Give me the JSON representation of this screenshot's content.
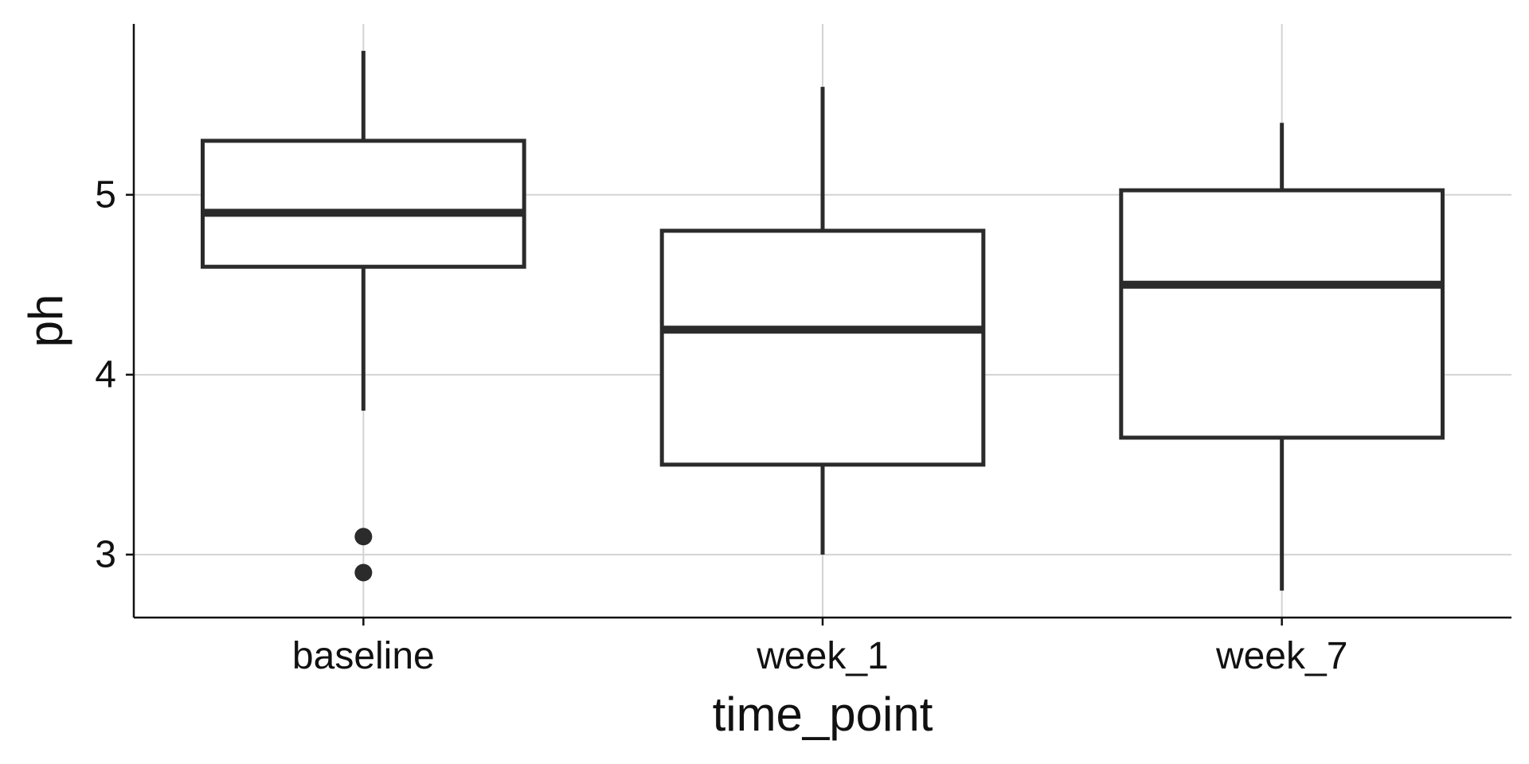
{
  "chart_data": {
    "type": "box",
    "xlabel": "time_point",
    "ylabel": "ph",
    "categories": [
      "baseline",
      "week_1",
      "week_7"
    ],
    "ylim": [
      2.65,
      5.95
    ],
    "yticks": [
      3,
      4,
      5
    ],
    "grid": true,
    "colors": {
      "box": "#2b2b2b",
      "grid": "#d3d3d3",
      "axis": "#111111"
    },
    "boxes": [
      {
        "category": "baseline",
        "whisker_low": 3.8,
        "q1": 4.6,
        "median": 4.9,
        "q3": 5.3,
        "whisker_high": 5.8,
        "outliers": [
          3.1,
          2.9
        ]
      },
      {
        "category": "week_1",
        "whisker_low": 3.0,
        "q1": 3.5,
        "median": 4.25,
        "q3": 4.8,
        "whisker_high": 5.6,
        "outliers": []
      },
      {
        "category": "week_7",
        "whisker_low": 2.8,
        "q1": 3.65,
        "median": 4.5,
        "q3": 5.025,
        "whisker_high": 5.4,
        "outliers": []
      }
    ]
  }
}
